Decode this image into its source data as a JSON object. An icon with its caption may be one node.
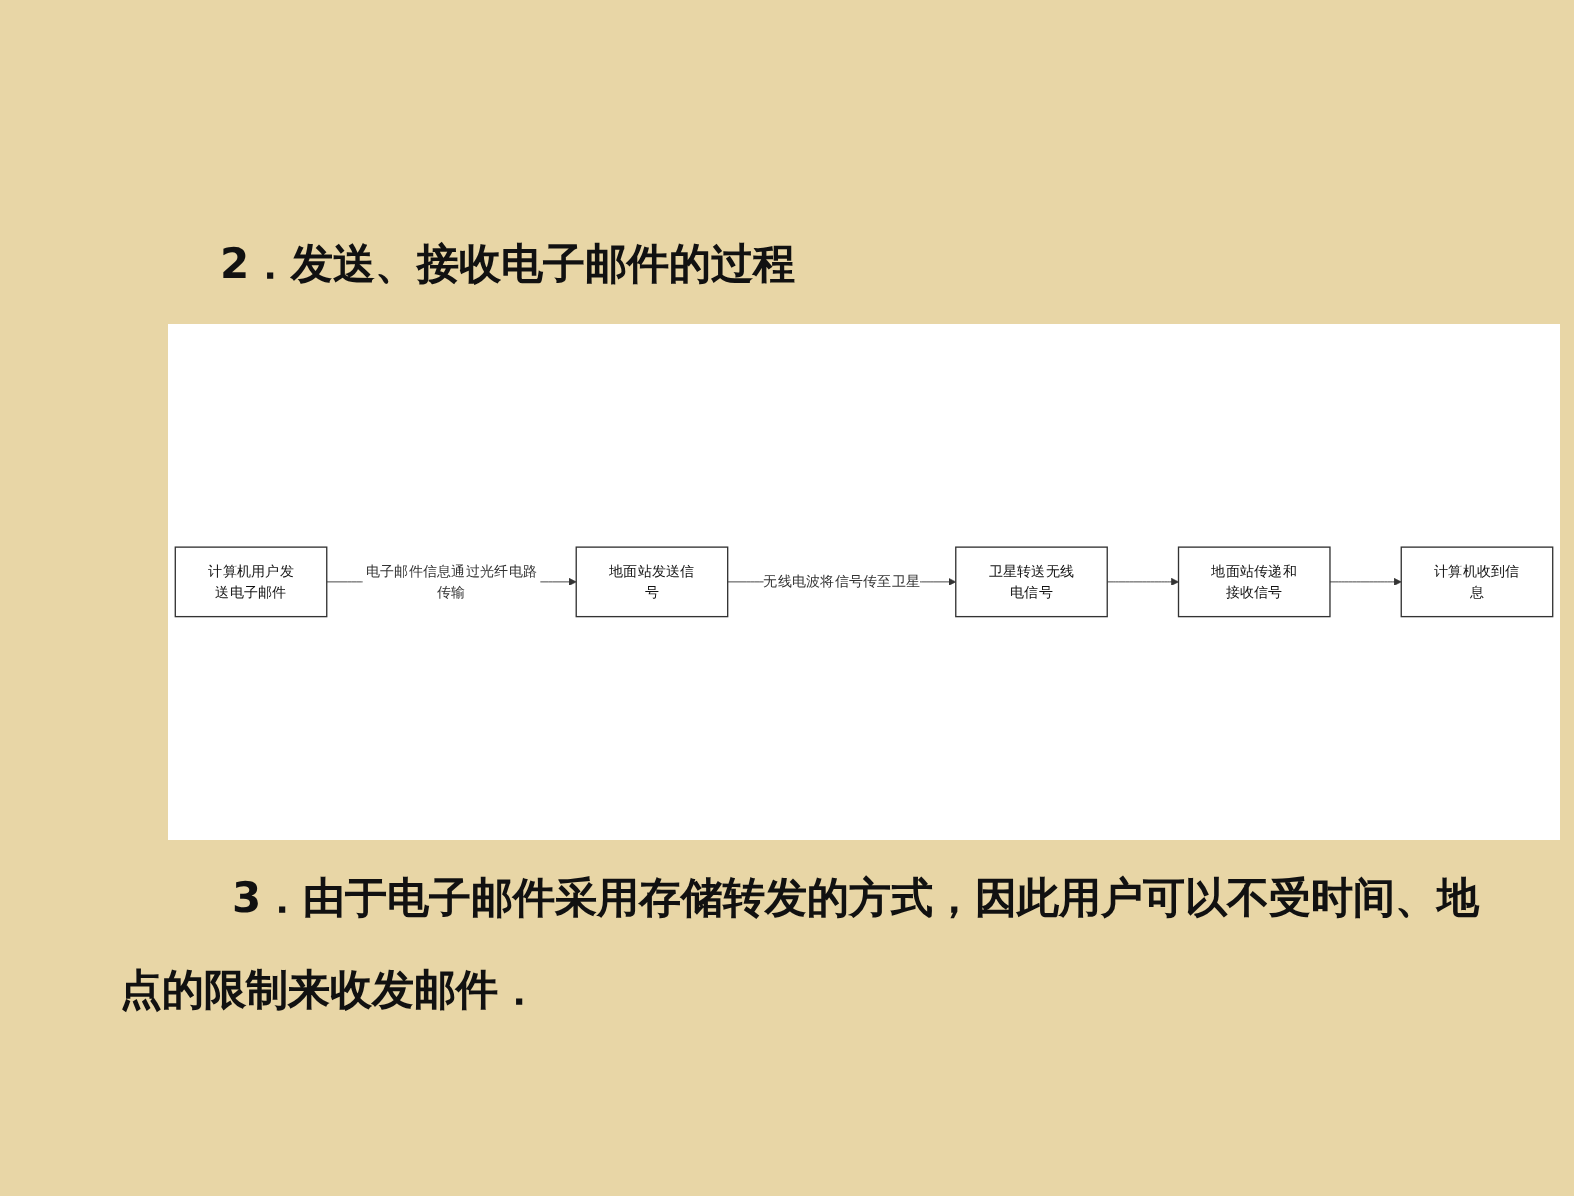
{
  "diagram": {
    "title": "2．发送、接收电子邮件的过程",
    "nodes": [
      {
        "text": [
          "计算机用户发送电子邮件"
        ]
      },
      {
        "text": [
          "地面站发送信号"
        ]
      },
      {
        "text": [
          "卫星转送无线电信号"
        ]
      },
      {
        "text": [
          "地面站传递和接收信号"
        ]
      },
      {
        "text": [
          "计算机收到信息"
        ]
      }
    ],
    "edges": [
      {
        "from": 0,
        "to": 1,
        "arrow": "to",
        "label": "电子邮件信息通过光纤电路传输"
      },
      {
        "from": 1,
        "to": 2,
        "arrow": "to",
        "label": "无线电波将信号传至卫星"
      },
      {
        "from": 2,
        "to": 3,
        "arrow": "to"
      },
      {
        "from": 3,
        "to": 4,
        "arrow": "to"
      }
    ],
    "labels": [
      "3．由于电子邮件采用存储转发的方式，因此用户可以不受时间、地点的限制来收发邮件．"
    ]
  }
}
